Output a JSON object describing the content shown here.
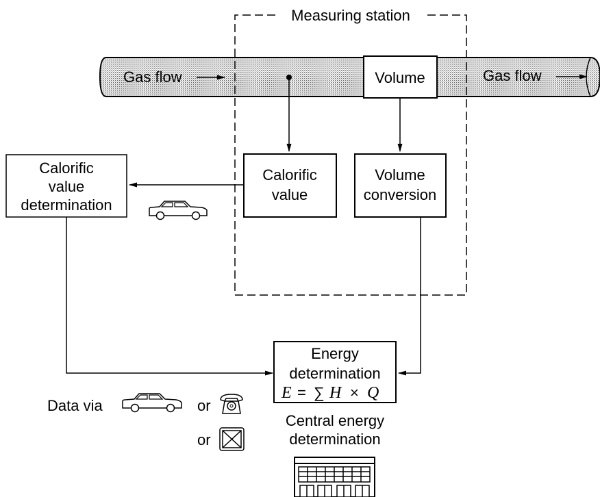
{
  "diagram": {
    "station_label": "Measuring station",
    "gas_flow_in": "Gas flow",
    "gas_flow_out": "Gas flow",
    "volume_label": "Volume",
    "calorific_box": {
      "line1": "Calorific",
      "line2": "value"
    },
    "volume_conversion_box": {
      "line1": "Volume",
      "line2": "conversion"
    },
    "calorific_determination_box": {
      "line1": "Calorific",
      "line2": "value",
      "line3": "determination"
    },
    "energy_box": {
      "line1": "Energy",
      "line2": "determination",
      "formula": {
        "E": "E",
        "eq": "=",
        "sum": "∑",
        "H": "H",
        "times": "×",
        "Q": "Q"
      }
    },
    "data_via": "Data via",
    "or_1": "or",
    "or_2": "or",
    "central": {
      "line1": "Central energy",
      "line2": "determination"
    }
  },
  "icons": [
    "car-icon",
    "telephone-icon",
    "mail-envelope-icon",
    "office-building-icon"
  ]
}
